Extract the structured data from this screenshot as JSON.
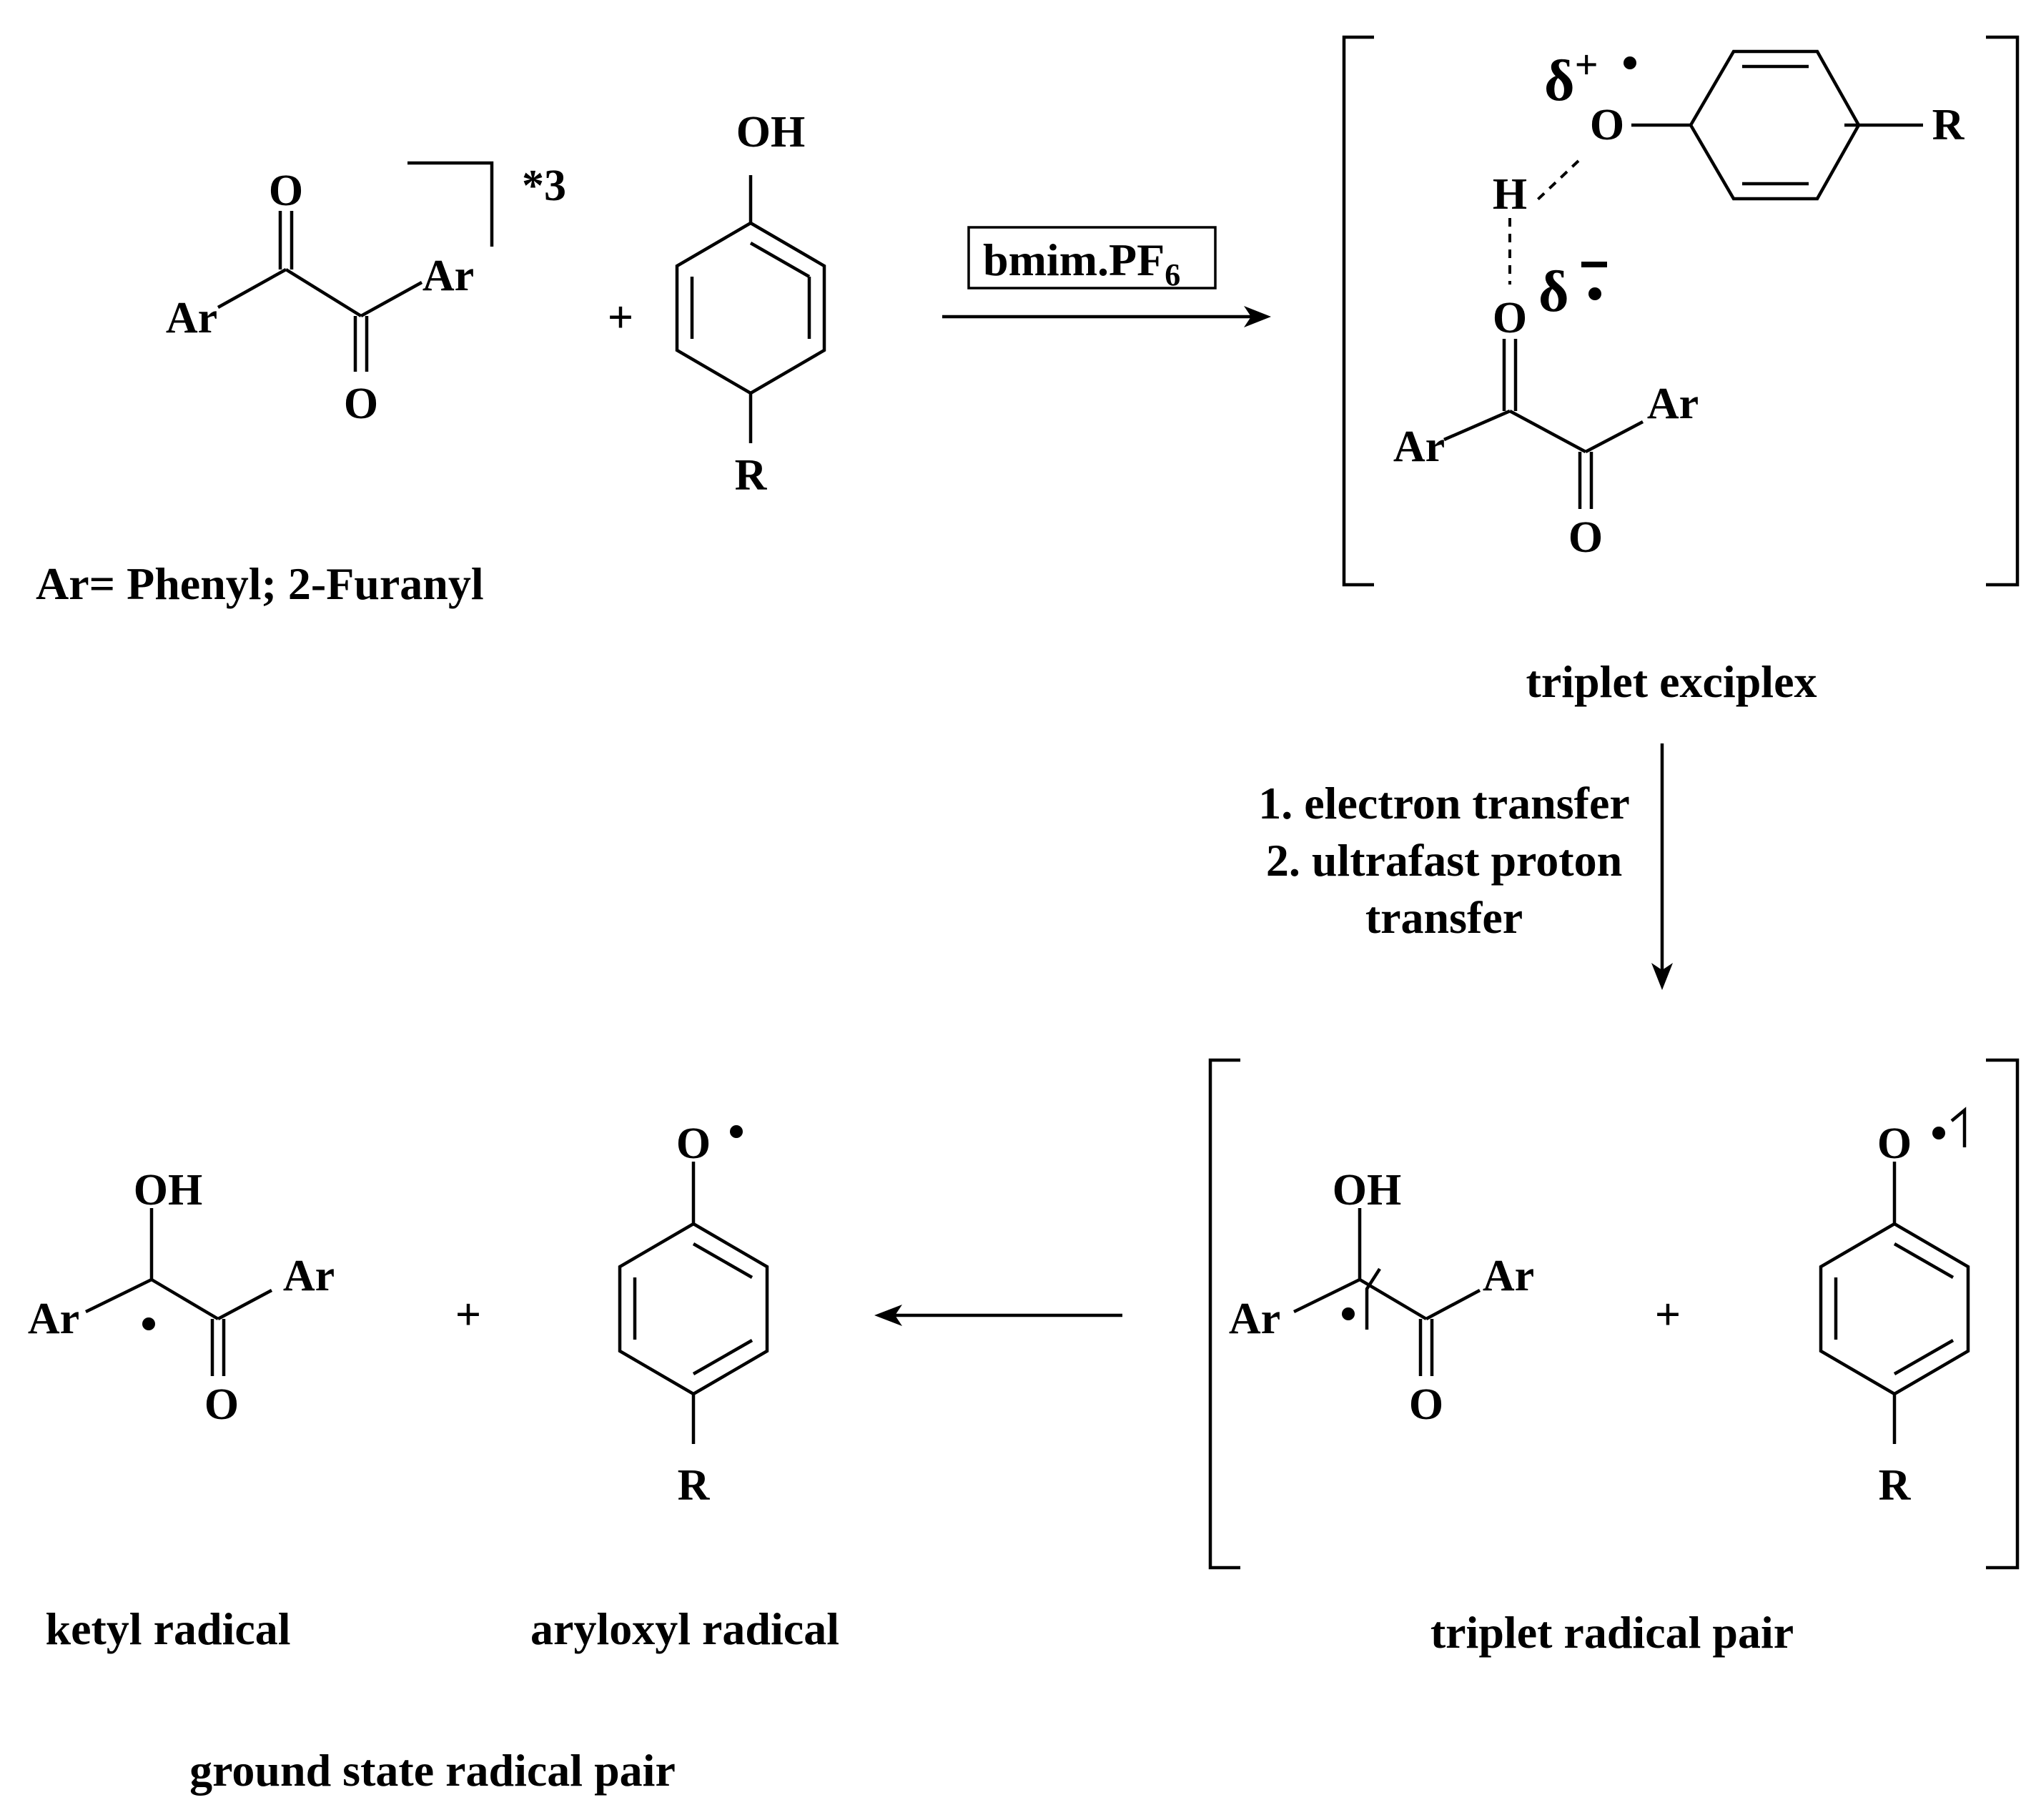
{
  "reactant_diketone": {
    "o_top": "O",
    "o_bottom": "O",
    "ar_left": "Ar",
    "ar_right": "Ar",
    "excited_state": "*3"
  },
  "reactant_phenol": {
    "oh": "OH",
    "r": "R"
  },
  "plus": "+",
  "ar_definition": "Ar= Phenyl; 2-Furanyl",
  "solvent": {
    "label": "bmim.PF",
    "subscript": "6"
  },
  "exciplex": {
    "delta_plus": "δ",
    "delta_plus_sup": "+",
    "delta_minus": "δ",
    "o_phenol": "O",
    "r": "R",
    "h": "H",
    "o_carbonyl": "O",
    "ar_left": "Ar",
    "ar_right": "Ar",
    "o_bottom": "O",
    "caption": "triplet exciplex"
  },
  "step_conditions": {
    "line1": "1. electron transfer",
    "line2": "2. ultrafast proton",
    "line3": "transfer"
  },
  "radical_pair": {
    "oh": "OH",
    "ar_left": "Ar",
    "ar_right": "Ar",
    "o_bottom": "O",
    "o_radical": "O",
    "r": "R",
    "caption": "triplet radical pair"
  },
  "ground_state": {
    "oh": "OH",
    "ar_left": "Ar",
    "ar_right": "Ar",
    "o_bottom": "O",
    "o_radical": "O",
    "r": "R",
    "ketyl_caption": "ketyl radical",
    "aryloxyl_caption": "aryloxyl radical",
    "caption": "ground state radical pair"
  }
}
